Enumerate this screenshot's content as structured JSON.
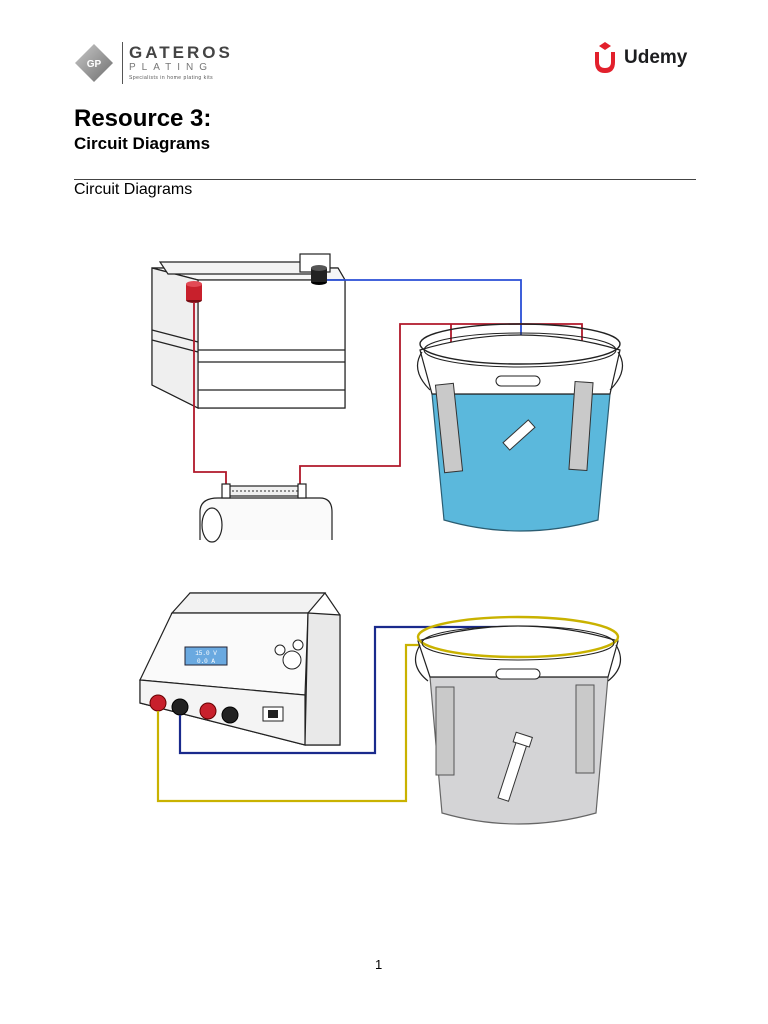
{
  "header": {
    "brand_name": "GATEROS",
    "brand_sub": "PLATING",
    "brand_initials": "GP",
    "brand_tagline": "Specialists in home plating kits",
    "partner_name": "Udemy"
  },
  "document": {
    "title": "Resource 3:",
    "subtitle": "Circuit Diagrams",
    "section_heading": "Circuit Diagrams",
    "page_number": "1"
  },
  "display_readout": {
    "line1": "15.0 V",
    "line2": "0.0 A"
  },
  "colors": {
    "positive_wire": "#b0182a",
    "negative_wire": "#2a4fd6",
    "psu_negative_wire": "#1a2a8c",
    "psu_positive_wire": "#c9b200",
    "solution_blue": "#5bb8dc",
    "solution_grey": "#d4d4d6",
    "udemy_red": "#e2202c"
  }
}
